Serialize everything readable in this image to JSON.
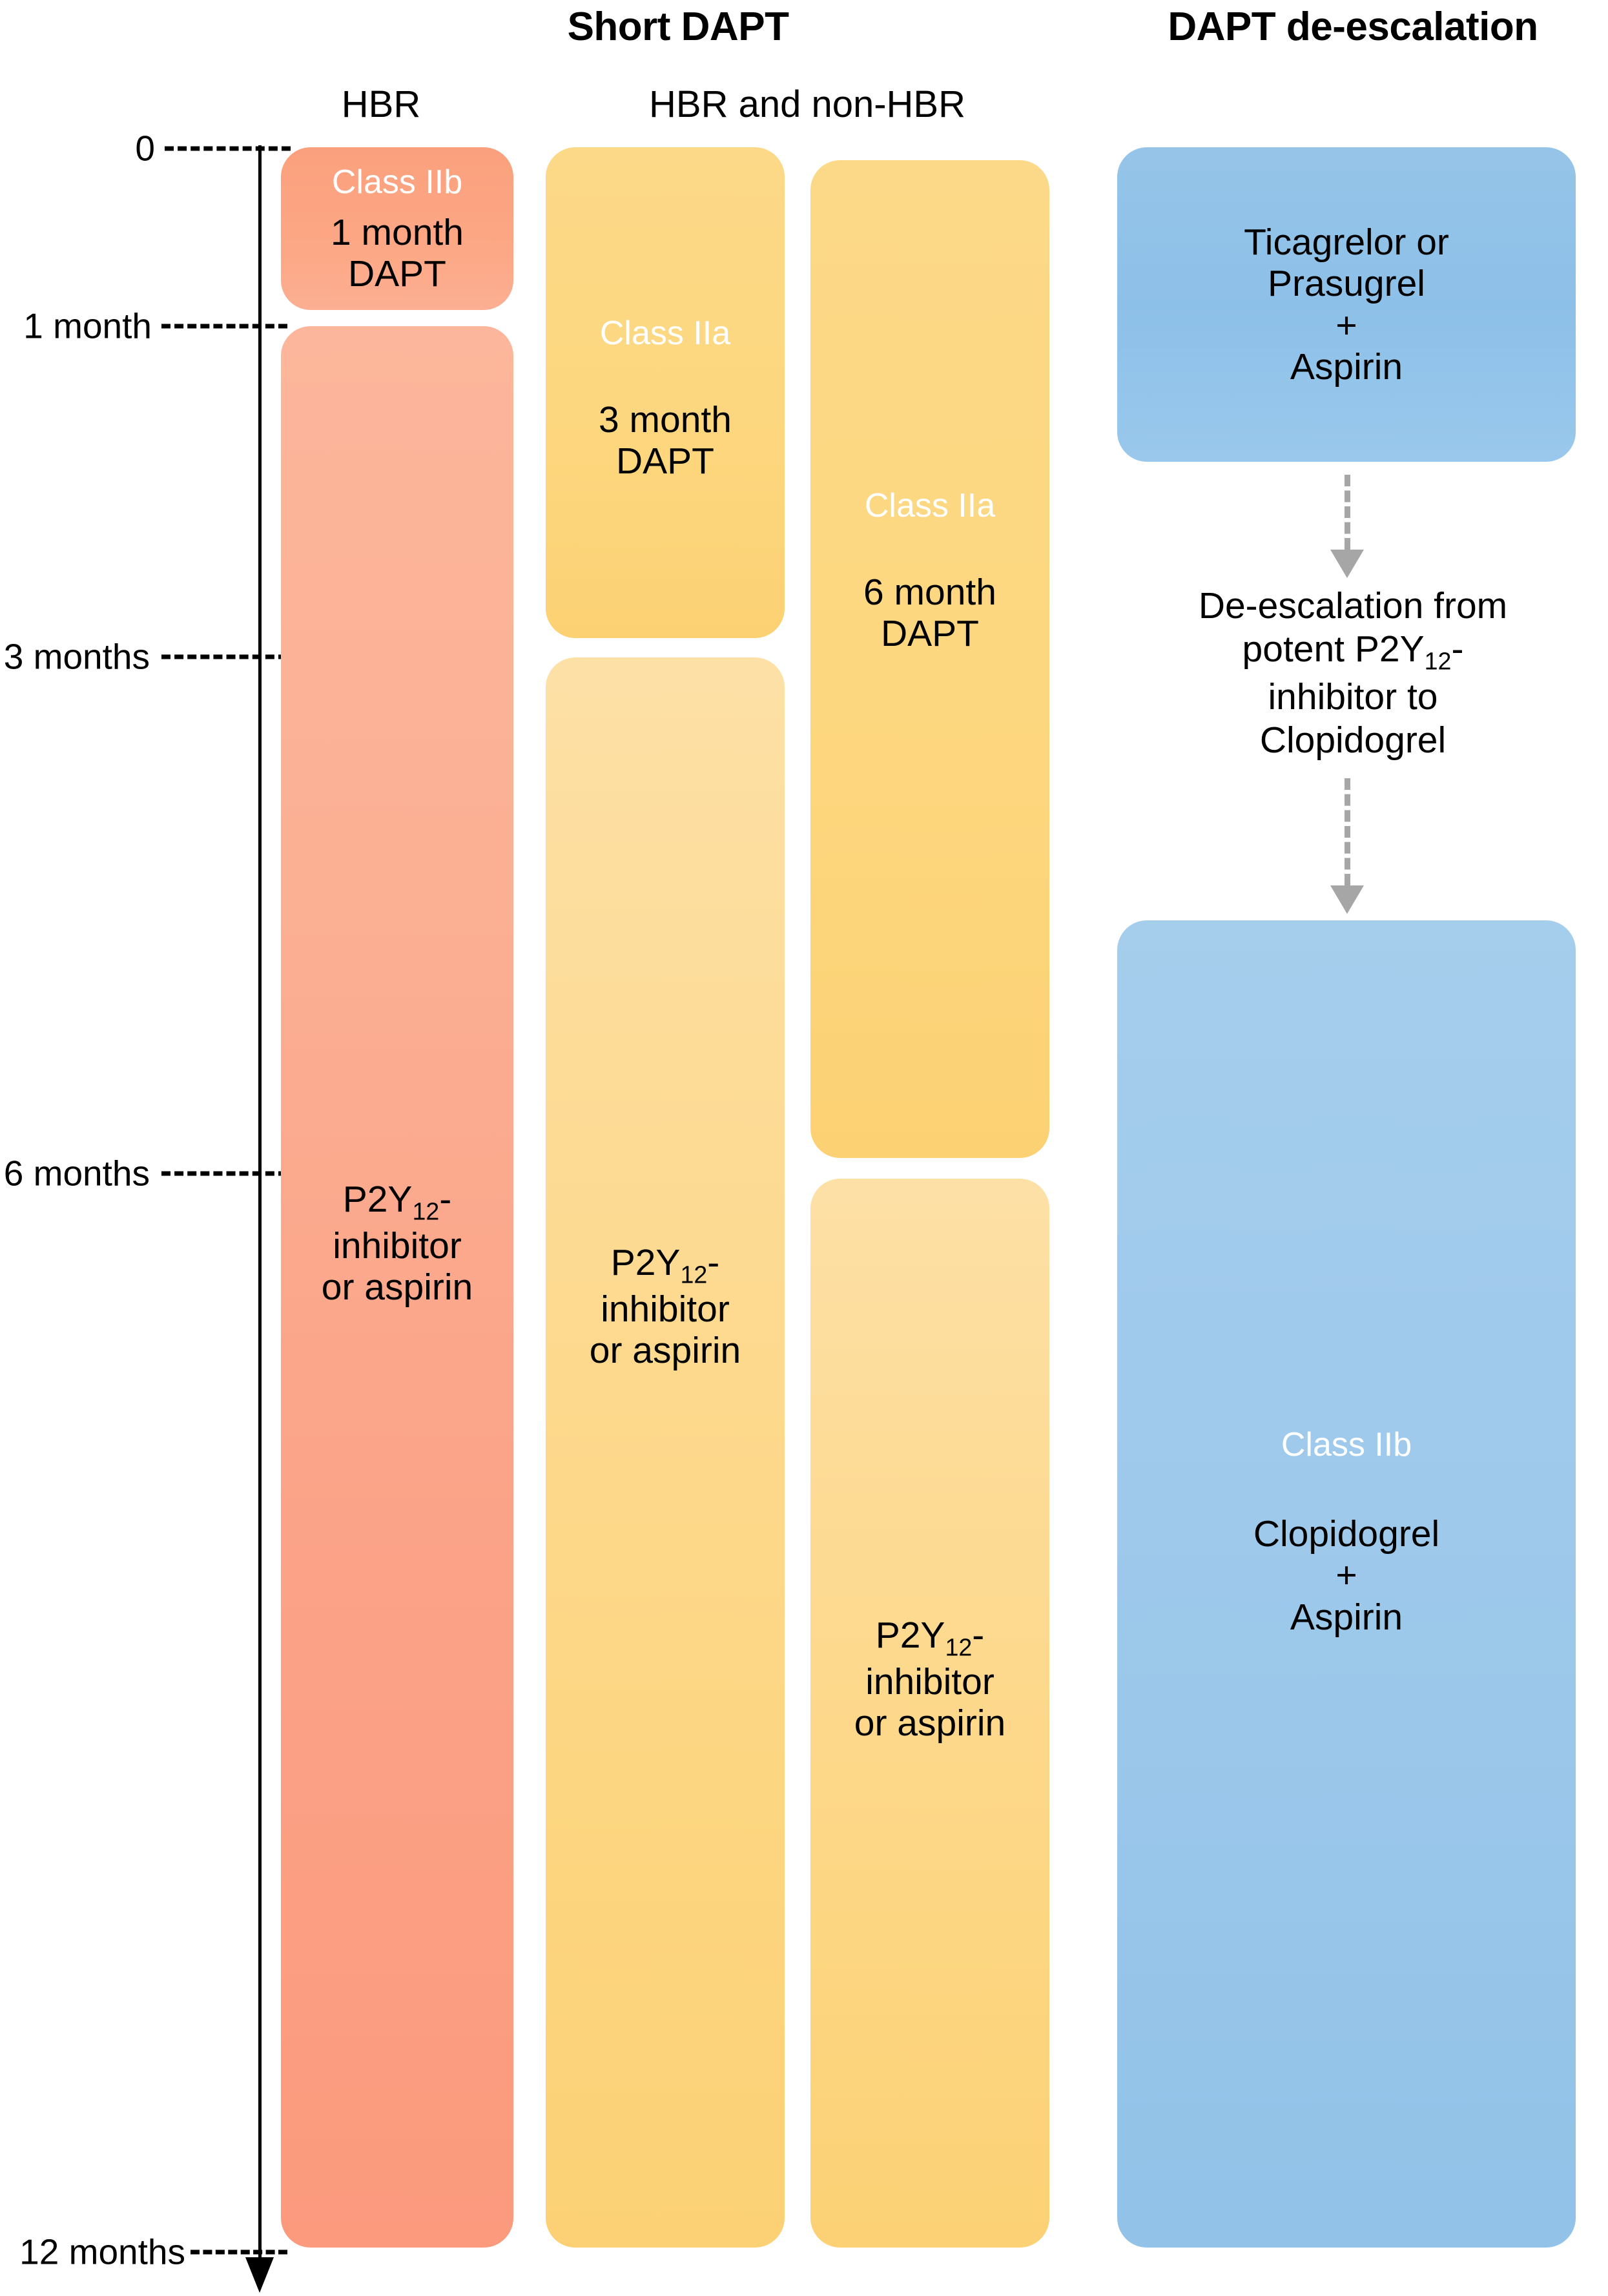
{
  "headers": {
    "short_dapt": "Short DAPT",
    "deescalation": "DAPT de-escalation",
    "col_hbr": "HBR",
    "col_hbr_non_hbr": "HBR and non-HBR"
  },
  "axis": {
    "ticks": [
      {
        "label": "0",
        "months": 0
      },
      {
        "label": "1 month",
        "months": 1
      },
      {
        "label": "3 months",
        "months": 3
      },
      {
        "label": "6 months",
        "months": 6
      },
      {
        "label": "12 months",
        "months": 12
      }
    ]
  },
  "columns": [
    {
      "name": "hbr-1-month",
      "header": "HBR",
      "segments": [
        {
          "class_label": "Class IIb",
          "body_1": "1 month",
          "body_2": "DAPT",
          "from_month": 0,
          "to_month": 1
        },
        {
          "class_label": "",
          "body_1": "P2Y12-",
          "body_2": "inhibitor",
          "body_3": "or aspirin",
          "from_month": 1,
          "to_month": 12
        }
      ]
    },
    {
      "name": "hbr-non-hbr-3-month",
      "header": "HBR and non-HBR",
      "segments": [
        {
          "class_label": "Class IIa",
          "body_1": "3 month",
          "body_2": "DAPT",
          "from_month": 0,
          "to_month": 3
        },
        {
          "class_label": "",
          "body_1": "P2Y12-",
          "body_2": "inhibitor",
          "body_3": "or aspirin",
          "from_month": 3,
          "to_month": 12
        }
      ]
    },
    {
      "name": "hbr-non-hbr-6-month",
      "header": "",
      "segments": [
        {
          "class_label": "Class IIa",
          "body_1": "6 month",
          "body_2": "DAPT",
          "from_month": 0,
          "to_month": 6
        },
        {
          "class_label": "",
          "body_1": "P2Y12-",
          "body_2": "inhibitor",
          "body_3": "or aspirin",
          "from_month": 6,
          "to_month": 12
        }
      ]
    },
    {
      "name": "dapt-de-escalation",
      "header": "DAPT de-escalation",
      "segments": [
        {
          "class_label": "",
          "body_1": "Ticagrelor or",
          "body_2": "Prasugrel",
          "body_3": "+",
          "body_4": "Aspirin"
        },
        {
          "class_label": "Class IIb",
          "body_1": "Clopidogrel",
          "body_2": "+",
          "body_3": "Aspirin"
        }
      ],
      "transition_text_1": "De-escalation from",
      "transition_text_2": "potent P2Y12-",
      "transition_text_3": "inhibitor to",
      "transition_text_4": "Clopidogrel"
    }
  ],
  "text": {
    "class_iib": "Class IIb",
    "class_iia": "Class IIa",
    "p2y12_base": "P2Y",
    "p2y12_sub": "12",
    "p2y12_dash": "-",
    "inhibitor": "inhibitor",
    "or_aspirin": "or aspirin",
    "one_month": "1 month",
    "three_month": "3 month",
    "six_month": "6 month",
    "dapt": "DAPT",
    "ticagrelor_or": "Ticagrelor or",
    "prasugrel": "Prasugrel",
    "plus": "+",
    "aspirin": "Aspirin",
    "clopidogrel": "Clopidogrel",
    "deesc_line1": "De-escalation from",
    "deesc_line2a": "potent P2Y",
    "deesc_line2b": "12",
    "deesc_line2c": "-",
    "deesc_line3": "inhibitor to",
    "deesc_line4": "Clopidogrel"
  },
  "colors": {
    "orange": "#fba98c",
    "yellow": "#fcd67f",
    "blue": "#98c6e9",
    "axis": "#000000",
    "arrow_gray": "#a6a6a6",
    "white_text": "#ffffff",
    "black_text": "#000000"
  }
}
